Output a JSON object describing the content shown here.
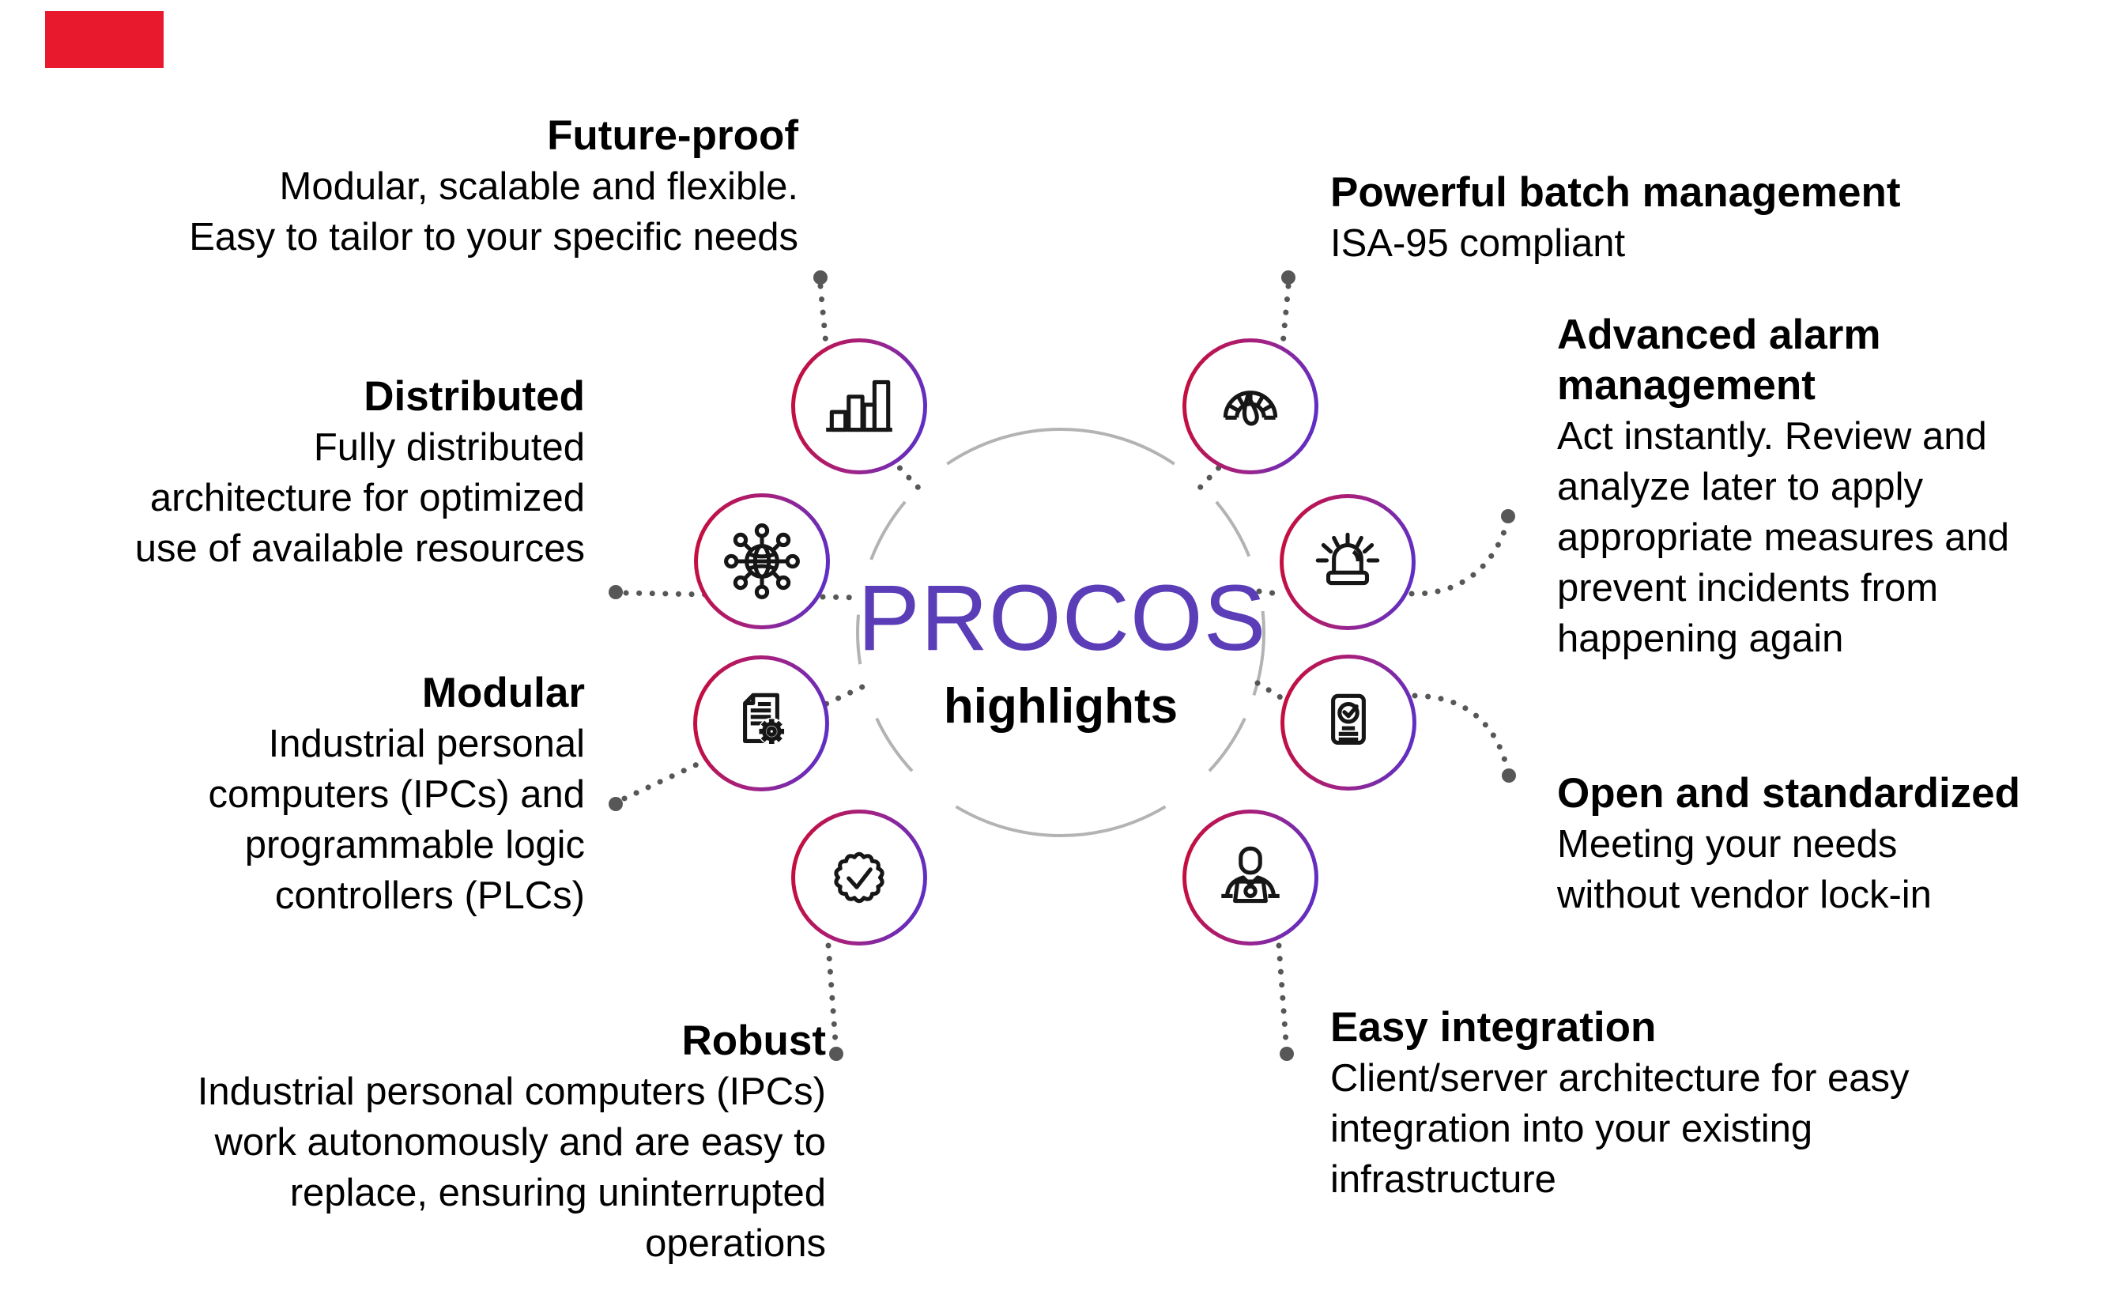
{
  "brand": {
    "logo_block_color": "#e8192c"
  },
  "center": {
    "title": "PROCOS",
    "subtitle": "highlights"
  },
  "colors": {
    "title_purple": "#5b3db8",
    "ring_gradient_red": "#c50e3c",
    "ring_gradient_purple": "#5c2fc6",
    "connector_gray": "#575757",
    "hub_circle_gray": "#b3b3b3"
  },
  "features": [
    {
      "id": "future-proof",
      "title": "Future-proof",
      "icon": "bar-chart-icon",
      "description": "Modular, scalable and flexible.\nEasy to tailor to your specific needs"
    },
    {
      "id": "distributed",
      "title": "Distributed",
      "icon": "network-icon",
      "description": "Fully distributed\narchitecture for optimized\nuse of available resources"
    },
    {
      "id": "modular",
      "title": "Modular",
      "icon": "document-gear-icon",
      "description": "Industrial personal\ncomputers (IPCs) and\nprogrammable logic\ncontrollers (PLCs)"
    },
    {
      "id": "robust",
      "title": "Robust",
      "icon": "badge-check-icon",
      "description": "Industrial personal computers (IPCs)\nwork autonomously and are easy to\nreplace, ensuring uninterrupted\noperations"
    },
    {
      "id": "powerful-batch-management",
      "title": "Powerful batch management",
      "icon": "gauge-icon",
      "description": "ISA-95 compliant"
    },
    {
      "id": "advanced-alarm-management",
      "title": "Advanced alarm\nmanagement",
      "icon": "siren-icon",
      "description": "Act instantly. Review and\nanalyze later to apply\nappropriate measures and\nprevent incidents from\nhappening again"
    },
    {
      "id": "open-and-standardized",
      "title": "Open and standardized",
      "icon": "document-check-icon",
      "description": "Meeting your needs\nwithout vendor lock-in"
    },
    {
      "id": "easy-integration",
      "title": "Easy integration",
      "icon": "person-laptop-icon",
      "description": "Client/server architecture for easy\nintegration into your existing\ninfrastructure"
    }
  ]
}
